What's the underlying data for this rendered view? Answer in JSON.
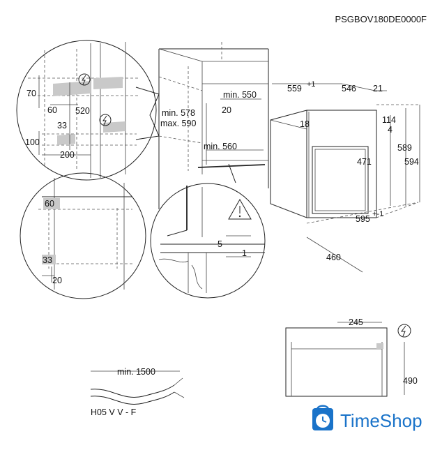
{
  "doc_code": "PSGBOV180DE0000F",
  "brand": {
    "name": "TimeShop",
    "color": "#1a73c9"
  },
  "colors": {
    "line": "#222222",
    "highlight": "#c9c9c9"
  },
  "icons": [
    "electric-hazard-icon",
    "warning-triangle-icon",
    "timeshop-logo-icon"
  ],
  "detail_top_left": {
    "dims": {
      "a": "70",
      "b": "60",
      "c": "520",
      "d": "33",
      "e": "100",
      "f": "200"
    }
  },
  "cabinet_tall": {
    "dims": {
      "depth": "min. 550",
      "gap": "20",
      "height_min": "min. 578",
      "height_max": "max. 590",
      "width": "min. 560"
    }
  },
  "detail_mid_left": {
    "dims": {
      "a": "60",
      "b": "33",
      "c": "20"
    }
  },
  "detail_bottom": {
    "dims": {
      "a": "5",
      "b": "1"
    }
  },
  "oven": {
    "dims": {
      "depth_total": "559",
      "depth_total_tol": "+1",
      "depth_body": "546",
      "front": "21",
      "top_gap": "18",
      "h_a": "114",
      "h_b": "4",
      "h_c": "471",
      "h_d": "589",
      "h_e": "594",
      "width": "595",
      "width_tol": "+-1",
      "depth_base": "460"
    }
  },
  "cable": {
    "length": "min. 1500",
    "type": "H05 V V - F"
  },
  "back_view": {
    "width": "245",
    "height": "490"
  }
}
